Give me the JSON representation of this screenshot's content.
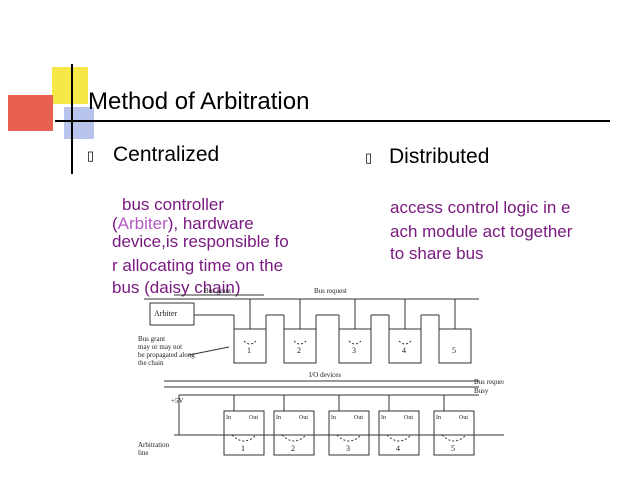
{
  "slide": {
    "title": "Method of Arbitration",
    "bullet_glyph": "▯",
    "left": {
      "heading": "Centralized",
      "line1": "bus controller",
      "line2_open": "(",
      "line2_highlight": "Arbiter",
      "line2_rest": "), hardware",
      "line3": "device,is responsible  fo",
      "line4": "r allocating time on the",
      "line5": "bus (daisy chain)"
    },
    "right": {
      "heading": "Distributed",
      "line1": "access control logic in e",
      "line2": "ach module act together",
      "line3": "to share bus"
    }
  },
  "diagram": {
    "bus_grant": "Bus grant",
    "bus_request": "Bus request",
    "arbiter": "Arbiter",
    "note1": "Bus grant",
    "note2": "may or may not",
    "note3": "be propagated along",
    "note4": "the chain",
    "module_numbers": [
      "1",
      "2",
      "3",
      "4",
      "5"
    ],
    "io_devices": "I/O devices",
    "bus_request2": "Bus request",
    "busy": "Busy",
    "plus5v": "+5V",
    "in_label": "In",
    "out_label": "Out",
    "arbitration1": "Arbitration",
    "arbitration2": "line"
  },
  "colors": {
    "text_purple": "#7a1a80",
    "arbiter_highlight": "#b35ac3"
  }
}
